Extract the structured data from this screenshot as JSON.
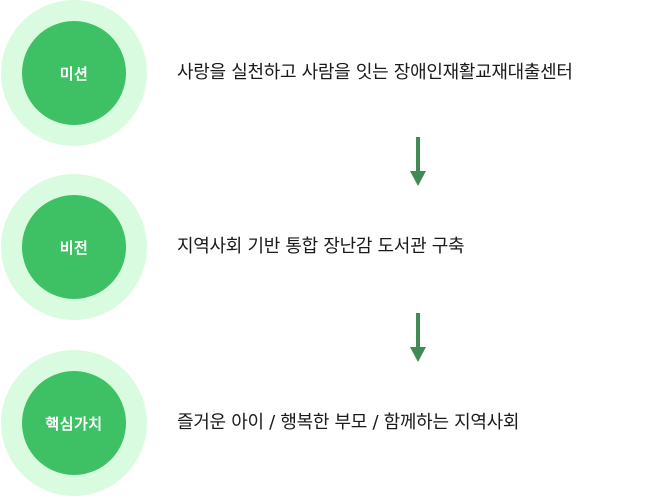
{
  "colors": {
    "halo": "#d9fbdf",
    "core": "#3ec064",
    "arrow": "#3f8a55",
    "text": "#1a1a1a"
  },
  "items": [
    {
      "label": "미션",
      "text": "사랑을 실천하고 사람을 잇는 장애인재활교재대출센터"
    },
    {
      "label": "비전",
      "text": "지역사회 기반 통합 장난감 도서관 구축"
    },
    {
      "label": "핵심가치",
      "text": "즐거운 아이 / 행복한 부모 / 함께하는 지역사회"
    }
  ],
  "connectors": [
    "down-arrow-icon",
    "down-arrow-icon"
  ]
}
